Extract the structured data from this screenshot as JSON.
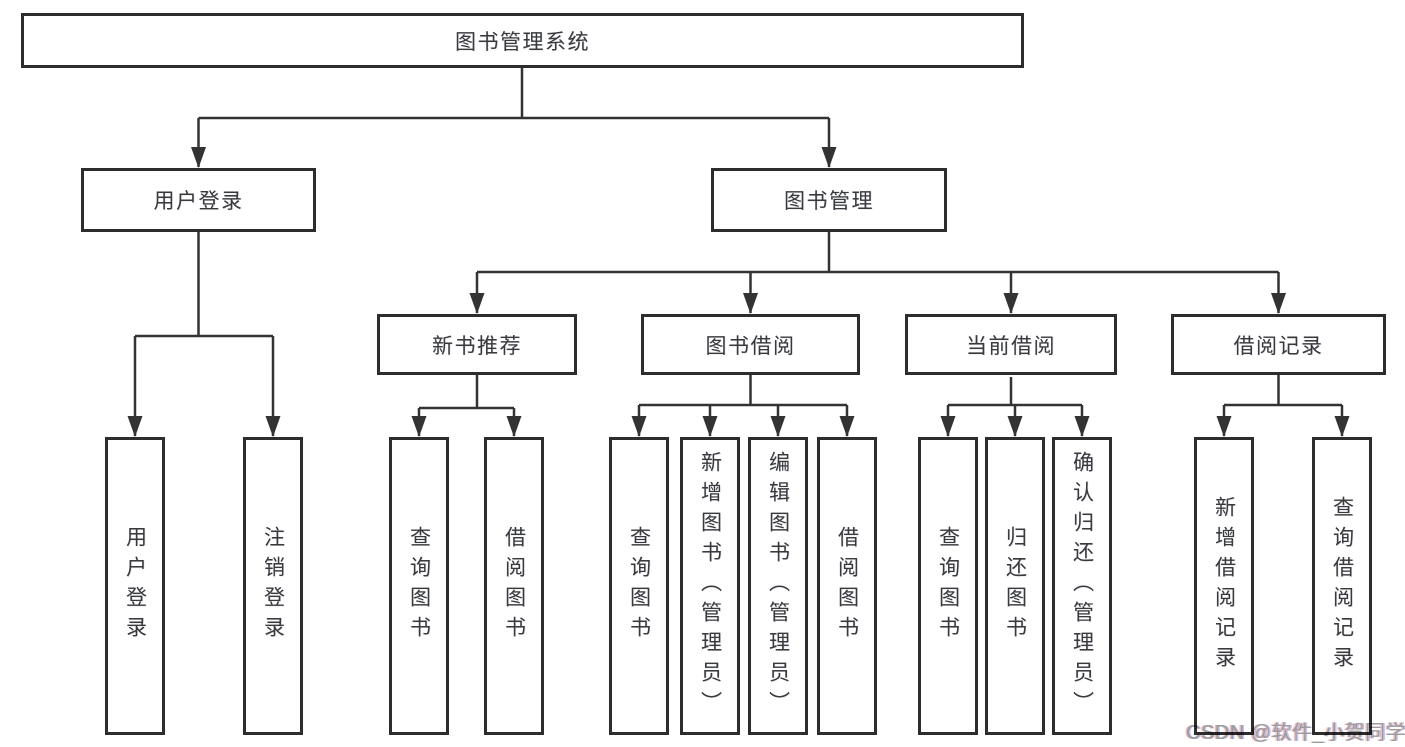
{
  "diagram": {
    "root": {
      "label": "图书管理系统"
    },
    "branches": [
      {
        "label": "用户登录",
        "children": [
          {
            "label": "用户登录"
          },
          {
            "label": "注销登录"
          }
        ]
      },
      {
        "label": "图书管理",
        "children": [
          {
            "label": "新书推荐",
            "children": [
              {
                "label": "查询图书"
              },
              {
                "label": "借阅图书"
              }
            ]
          },
          {
            "label": "图书借阅",
            "children": [
              {
                "label": "查询图书"
              },
              {
                "label": "新增图书（管理员）"
              },
              {
                "label": "编辑图书（管理员）"
              },
              {
                "label": "借阅图书"
              }
            ]
          },
          {
            "label": "当前借阅",
            "children": [
              {
                "label": "查询图书"
              },
              {
                "label": "归还图书"
              },
              {
                "label": "确认归还（管理员）"
              }
            ]
          },
          {
            "label": "借阅记录",
            "children": [
              {
                "label": "新增借阅记录"
              },
              {
                "label": "查询借阅记录"
              }
            ]
          }
        ]
      }
    ]
  },
  "watermark": {
    "text": "CSDN @软件_小贺同学"
  },
  "colors": {
    "line": "#333333",
    "box_border": "#2d2d2d",
    "text": "#3a3a3a",
    "watermark": "#9b9b9b",
    "background": "#ffffff"
  }
}
